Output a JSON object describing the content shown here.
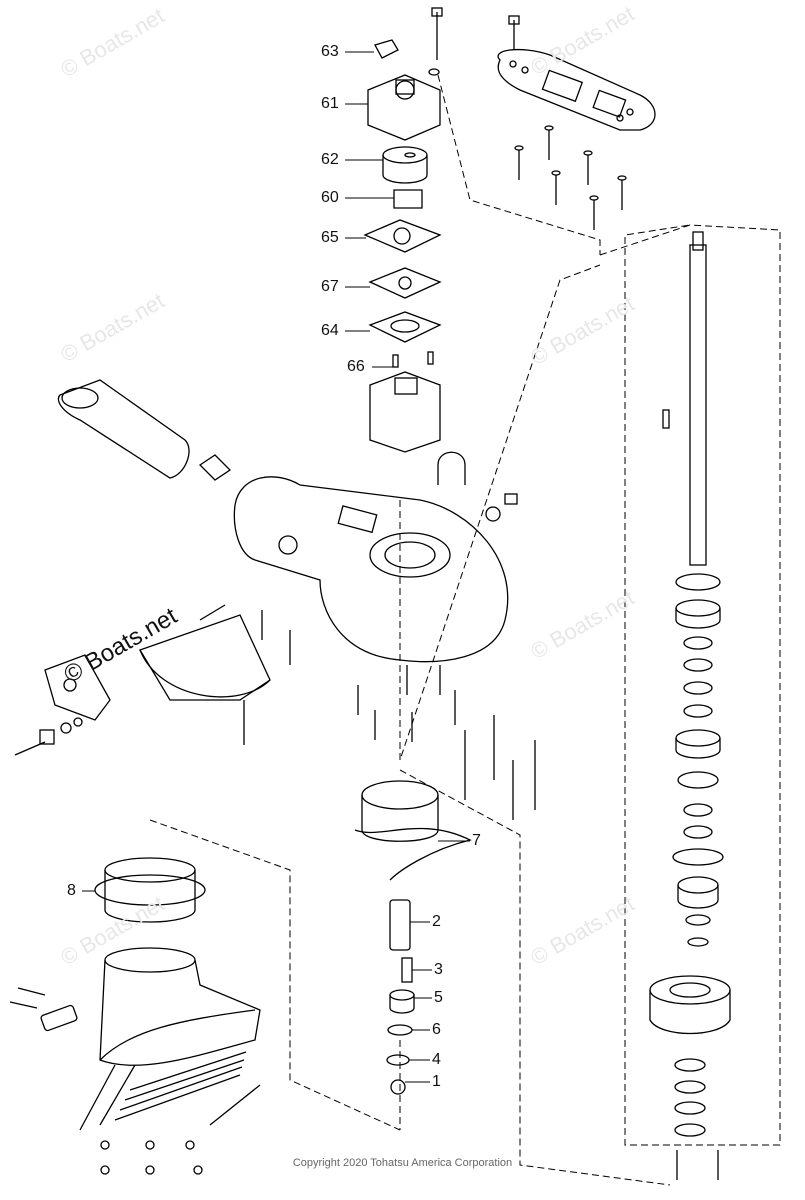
{
  "callouts": {
    "p63": "63",
    "p61": "61",
    "p62": "62",
    "p60": "60",
    "p65": "65",
    "p67": "67",
    "p64": "64",
    "p66": "66",
    "p7": "7",
    "p8": "8",
    "p2": "2",
    "p3": "3",
    "p5": "5",
    "p6": "6",
    "p4": "4",
    "p1": "1"
  },
  "watermark": "© Boats.net",
  "copyright": "Copyright 2020 Tohatsu America Corporation"
}
